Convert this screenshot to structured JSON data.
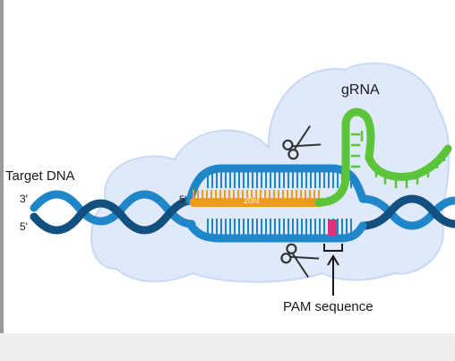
{
  "labels": {
    "target_dna": "Target DNA",
    "three_prime": "3'",
    "five_prime": "5'",
    "five_prime_rna": "5'",
    "grna": "gRNA",
    "nt": "20nt",
    "pam": "PAM sequence"
  },
  "colors": {
    "dna_strand": "#1f86c9",
    "dna_strand_dark": "#12507f",
    "cloud": "#dfe9fa",
    "cloud_edge": "#c9d8f3",
    "rna_orange": "#f39a1d",
    "grna_green": "#5cc43b",
    "grna_green_dark": "#2f9d2a",
    "pam_pink": "#e0347a",
    "text": "#1a1a1a"
  },
  "icons": [
    "scissors-icon-top",
    "scissors-icon-bottom",
    "pam-arrow-icon"
  ]
}
